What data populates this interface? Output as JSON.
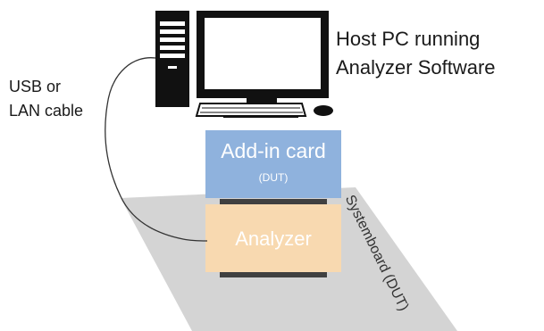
{
  "host": {
    "line1": "Host PC running",
    "line2": "Analyzer Software"
  },
  "cable": {
    "line1": "USB or",
    "line2": "LAN cable"
  },
  "add_in_card": {
    "title": "Add-in card",
    "subtitle": "(DUT)"
  },
  "analyzer": {
    "title": "Analyzer"
  },
  "systemboard": {
    "label": "Systemboard (DUT)"
  },
  "colors": {
    "systemboard_fill": "#d4d4d4",
    "add_in_card_fill": "#8fb2dd",
    "analyzer_fill": "#f8d9b0",
    "connector": "#404040",
    "computer": "#111111"
  },
  "icons": {
    "computer": "desktop-computer-icon",
    "keyboard": "keyboard-icon",
    "mouse": "mouse-icon"
  }
}
